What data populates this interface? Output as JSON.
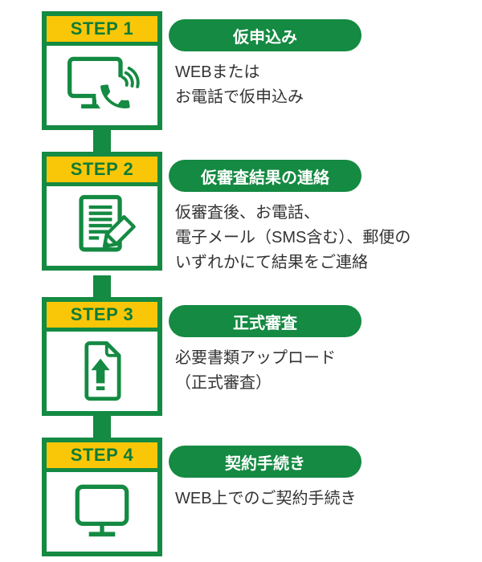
{
  "colors": {
    "green": "#148A42",
    "green_dark": "#0E7C38",
    "yellow": "#F9C708",
    "text": "#333333",
    "badge_text": "#FFFFFF"
  },
  "steps": [
    {
      "label": "STEP 1",
      "badge": "仮申込み",
      "icon": "monitor-phone-icon",
      "lines": [
        "WEBまたは",
        "お電話で仮申込み"
      ]
    },
    {
      "label": "STEP 2",
      "badge": "仮審査結果の連絡",
      "icon": "document-pencil-icon",
      "lines": [
        "仮審査後、お電話、",
        "電子メール（SMS含む）、郵便の",
        "いずれかにて結果をご連絡"
      ]
    },
    {
      "label": "STEP 3",
      "badge": "正式審査",
      "icon": "document-upload-icon",
      "lines": [
        "必要書類アップロード",
        "（正式審査）"
      ]
    },
    {
      "label": "STEP 4",
      "badge": "契約手続き",
      "icon": "monitor-icon",
      "lines": [
        "WEB上でのご契約手続き"
      ]
    }
  ]
}
